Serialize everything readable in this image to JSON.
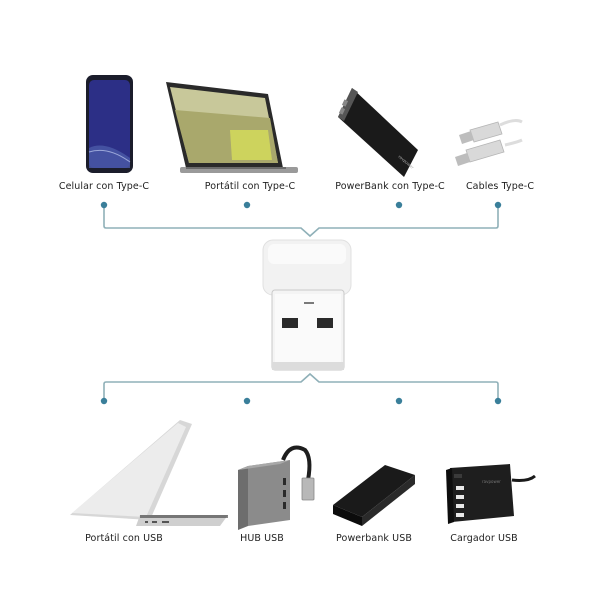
{
  "top_section": {
    "devices": [
      {
        "label": "Celular con Type-C",
        "icon": "smartphone-icon"
      },
      {
        "label": "Portátil con Type-C",
        "icon": "laptop-open-icon"
      },
      {
        "label": "PowerBank con Type-C",
        "icon": "powerbank-icon"
      },
      {
        "label": "Cables Type-C",
        "icon": "usb-c-cable-icon"
      }
    ]
  },
  "center": {
    "icon": "usb-a-to-usb-c-adapter-icon"
  },
  "bottom_section": {
    "devices": [
      {
        "label": "Portátil con USB",
        "icon": "laptop-closed-icon"
      },
      {
        "label": "HUB USB",
        "icon": "usb-hub-icon"
      },
      {
        "label": "Powerbank USB",
        "icon": "powerbank-icon"
      },
      {
        "label": "Cargador USB",
        "icon": "usb-charger-icon"
      }
    ]
  },
  "colors": {
    "connector_line": "#8fb0b8",
    "connector_dot": "#3a7f9a"
  }
}
